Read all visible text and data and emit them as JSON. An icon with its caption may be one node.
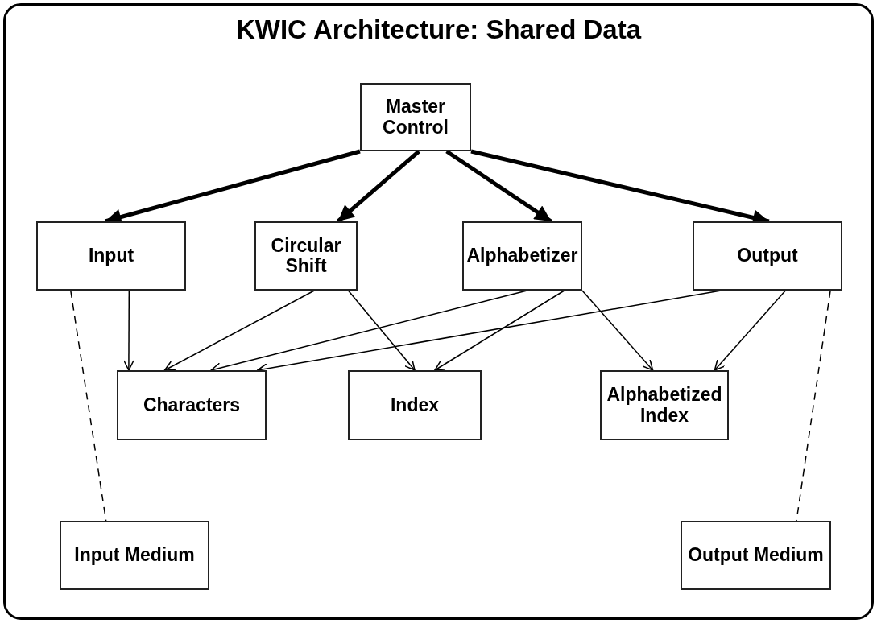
{
  "diagram": {
    "title": "KWIC Architecture: Shared Data",
    "nodes": [
      {
        "text": [
          "Master Control"
        ]
      },
      {
        "text": [
          "Input"
        ]
      },
      {
        "text": [
          "Circular Shift"
        ]
      },
      {
        "text": [
          "Alphabetizer"
        ]
      },
      {
        "text": [
          "Output"
        ]
      },
      {
        "text": [
          "Characters"
        ]
      },
      {
        "text": [
          "Index"
        ]
      },
      {
        "text": [
          "Alphabetized Index"
        ]
      },
      {
        "text": [
          "Input Medium"
        ]
      },
      {
        "text": [
          "Output Medium"
        ]
      }
    ],
    "edges": [
      {
        "from": 0,
        "to": 1,
        "arrow": "to",
        "style": "thick"
      },
      {
        "from": 0,
        "to": 2,
        "arrow": "to",
        "style": "thick"
      },
      {
        "from": 0,
        "to": 3,
        "arrow": "to",
        "style": "thick"
      },
      {
        "from": 0,
        "to": 4,
        "arrow": "to",
        "style": "thick"
      },
      {
        "from": 1,
        "to": 5,
        "arrow": "to"
      },
      {
        "from": 2,
        "to": 5,
        "arrow": "to"
      },
      {
        "from": 2,
        "to": 6,
        "arrow": "to"
      },
      {
        "from": 3,
        "to": 5,
        "arrow": "to"
      },
      {
        "from": 3,
        "to": 6,
        "arrow": "to"
      },
      {
        "from": 3,
        "to": 7,
        "arrow": "to"
      },
      {
        "from": 4,
        "to": 5,
        "arrow": "to"
      },
      {
        "from": 4,
        "to": 7,
        "arrow": "to"
      },
      {
        "from": 1,
        "to": 8,
        "arrow": "none",
        "style": "dashed"
      },
      {
        "from": 4,
        "to": 9,
        "arrow": "none",
        "style": "dashed"
      }
    ]
  }
}
